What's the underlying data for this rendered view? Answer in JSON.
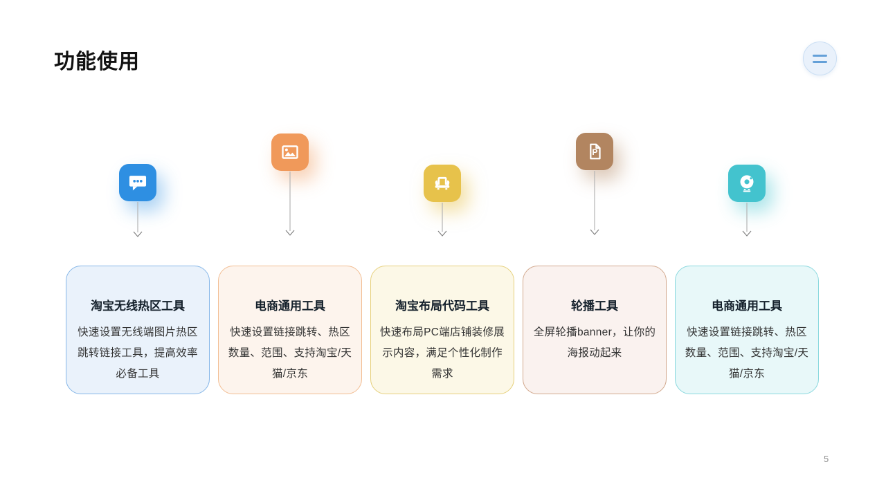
{
  "slide": {
    "title": "功能使用",
    "page_number": "5"
  },
  "menu_button": {
    "icon": "menu-lines-icon",
    "accent_color": "#64a0d8",
    "background": "#e9f1fb"
  },
  "arrow_color": "#8a8a8a",
  "columns": [
    {
      "icon": "chat-bubble-icon",
      "icon_color": "#2e8fe2",
      "card_bg": "#eaf2fb",
      "card_border": "#85b6e8",
      "title": "淘宝无线热区工具",
      "description": "快速设置无线端图片热区跳转链接工具，提高效率必备工具"
    },
    {
      "icon": "image-icon",
      "icon_color": "#f0995a",
      "card_bg": "#fdf4ed",
      "card_border": "#f2bd92",
      "title": "电商通用工具",
      "description": "快速设置链接跳转、热区数量、范围、支持淘宝/天猫/京东"
    },
    {
      "icon": "armchair-icon",
      "icon_color": "#e7c24b",
      "card_bg": "#fcf8e7",
      "card_border": "#e6d07c",
      "title": "淘宝布局代码工具",
      "description": "快速布局PC端店铺装修展示内容，满足个性化制作需求"
    },
    {
      "icon": "ppt-document-icon",
      "icon_color": "#b28560",
      "card_bg": "#faf2ef",
      "card_border": "#d2a98e",
      "title": "轮播工具",
      "description": "全屏轮播banner，让你的海报动起来"
    },
    {
      "icon": "webcam-icon",
      "icon_color": "#43c3ce",
      "card_bg": "#e8f8f9",
      "card_border": "#8ad8de",
      "title": "电商通用工具",
      "description": "快速设置链接跳转、热区数量、范围、支持淘宝/天猫/京东"
    }
  ]
}
